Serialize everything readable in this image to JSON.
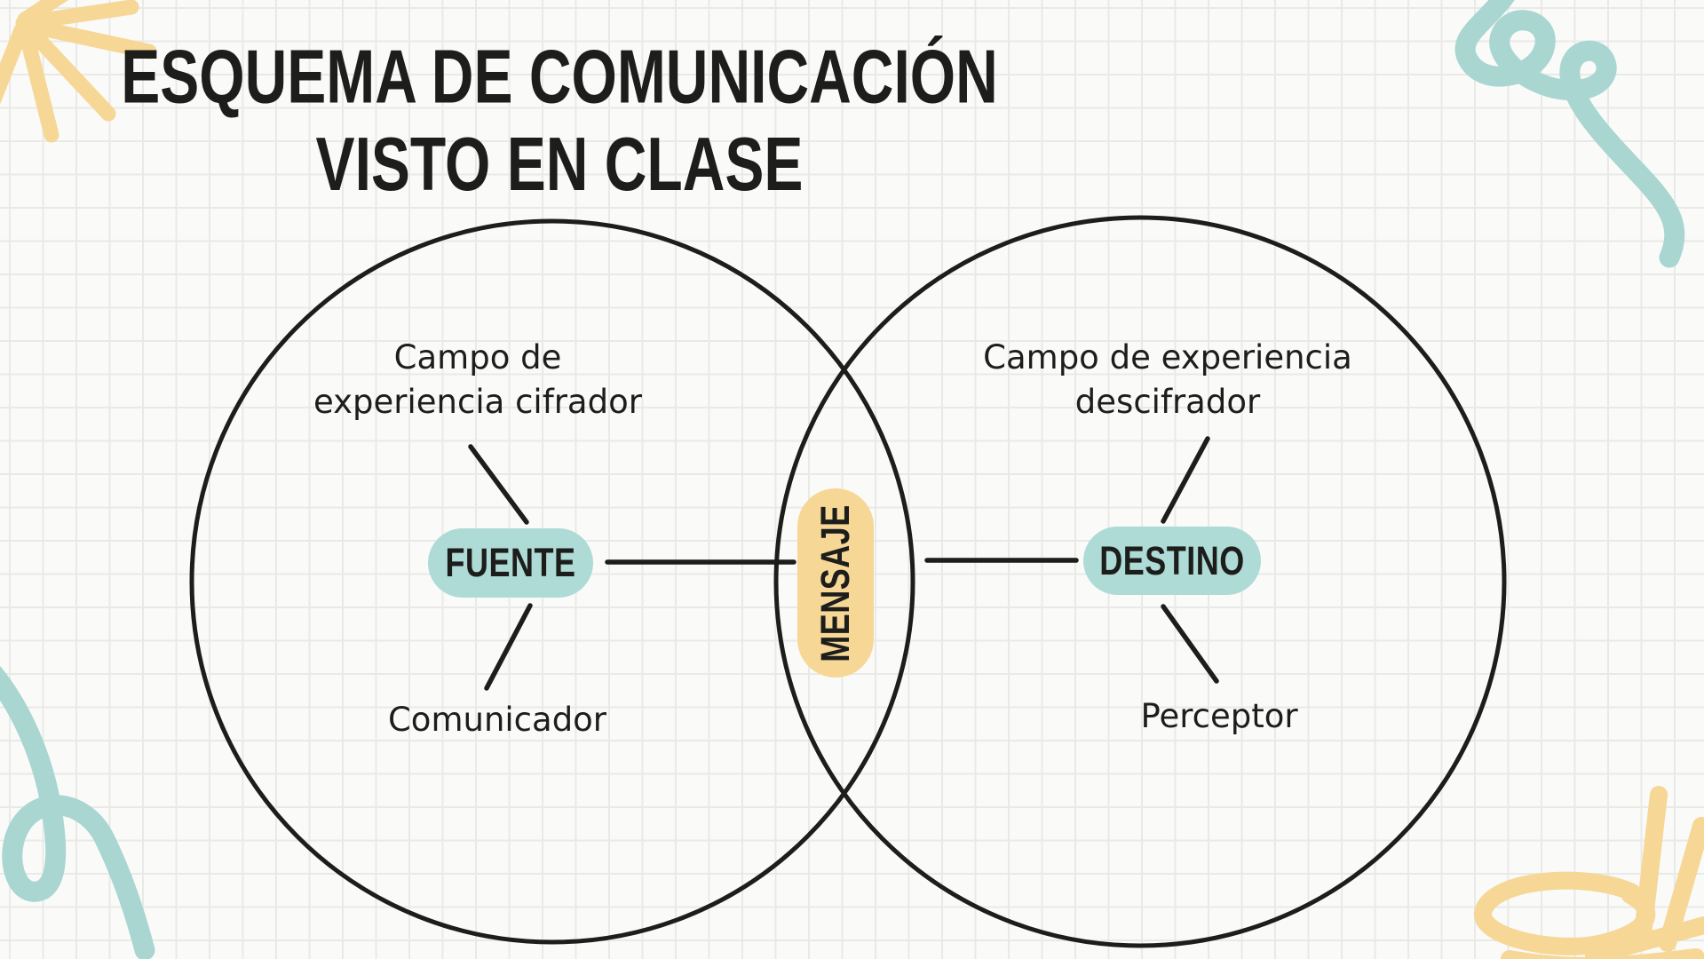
{
  "title": {
    "line1": "ESQUEMA DE COMUNICACIÓN",
    "line2": "VISTO EN CLASE"
  },
  "diagram": {
    "type": "venn-communication-scheme",
    "left_circle": {
      "experience_label_line1": "Campo de",
      "experience_label_line2": "experiencia cifrador",
      "node_label": "FUENTE",
      "actor_label": "Comunicador"
    },
    "right_circle": {
      "experience_label_line1": "Campo de experiencia",
      "experience_label_line2": "descifrador",
      "node_label": "DESTINO",
      "actor_label": "Perceptor"
    },
    "overlap": {
      "node_label": "MENSAJE"
    }
  },
  "colors": {
    "background": "#fafaf9",
    "grid_line": "#e9e9e7",
    "ink": "#1d1d1b",
    "node_teal": "#aedbd6",
    "node_yellow": "#f6d795",
    "doodle_teal": "#a9d6d1",
    "doodle_yellow": "#f6d795"
  }
}
